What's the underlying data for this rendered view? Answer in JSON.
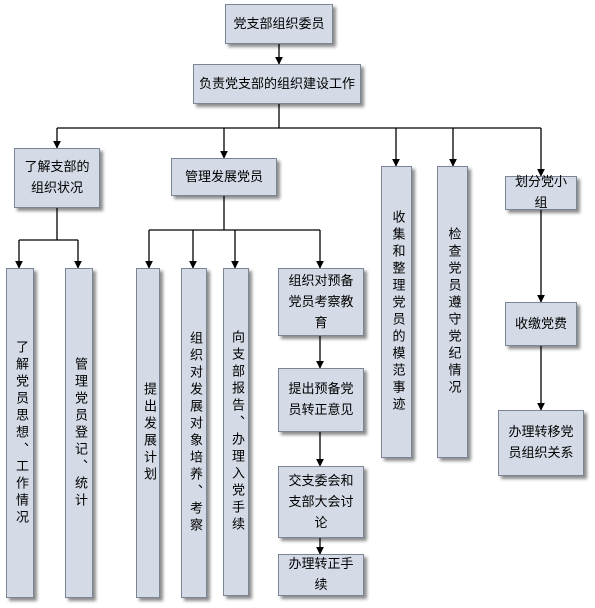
{
  "title": "党支部组织委员",
  "main_duty": "负责党支部的组织建设工作",
  "branches": {
    "understand": "了解支部的组织状况",
    "understand_1": "了解党员思想、工作情况",
    "understand_2": "管理党员登记、统计",
    "develop": "管理发展党员",
    "develop_plan": "提出发展计划",
    "develop_train": "组织对发展对象培养、考察",
    "develop_report": "向支部报告、办理入党手续",
    "probation_1": "组织对预备党员考察教育",
    "probation_2": "提出预备党员转正意见",
    "probation_3": "交支委会和支部大会讨论",
    "probation_4": "办理转正手续",
    "collect": "收集和整理党员的模范事迹",
    "inspect": "检查党员遵守党纪情况",
    "group": "划分党小组",
    "group_dues": "收缴党费",
    "group_transfer": "办理转移党员组织关系"
  }
}
